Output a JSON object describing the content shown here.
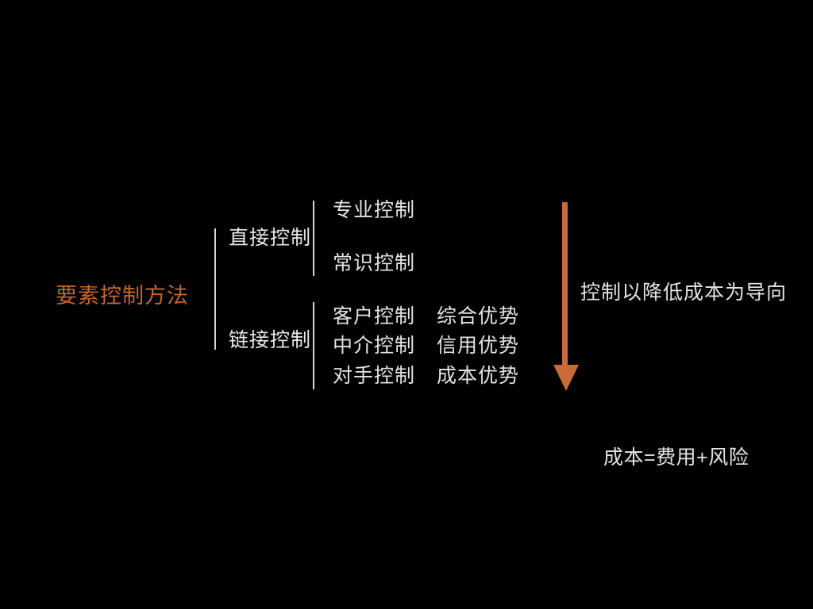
{
  "slide": {
    "background_color": "#000000",
    "accent_color": "#C4662F",
    "arrow_color": "#C86B38",
    "text_color": "#E4E4E4"
  },
  "root": {
    "label": "要素控制方法"
  },
  "branches": [
    {
      "label": "直接控制",
      "leaves": [
        "专业控制",
        "常识控制"
      ]
    },
    {
      "label": "链接控制",
      "leaves": [
        "客户控制",
        "中介控制",
        "对手控制"
      ]
    }
  ],
  "advantages": [
    "综合优势",
    "信用优势",
    "成本优势"
  ],
  "notes": {
    "orientation": "控制以降低成本为导向",
    "formula": "成本=费用+风险"
  },
  "arrow": {
    "name": "down-arrow",
    "direction": "down",
    "color": "#C86B38"
  }
}
